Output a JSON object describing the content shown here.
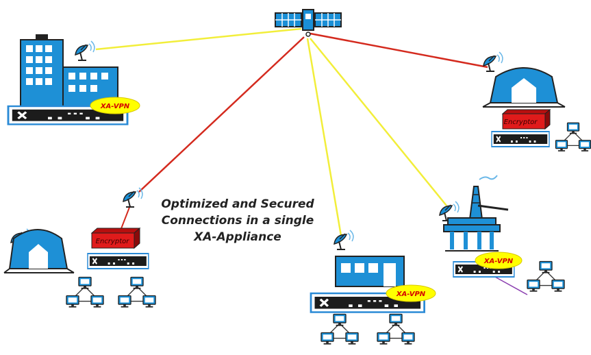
{
  "caption": {
    "line1": "Optimized and Secured",
    "line2": "Connections in a single",
    "line3": "XA-Appliance"
  },
  "labels": {
    "vpn": "XA-VPN",
    "encryptor": "Encryptor"
  },
  "colors": {
    "building_blue": "#1e90d6",
    "encrypted_link": "#d42a1e",
    "vpn_link": "#f2ee3a",
    "encryptor_box": "#e01b1b",
    "vpn_badge": "#ffff00",
    "appliance_border": "#2a8ad6"
  },
  "icons": {
    "satellite": "satellite-icon",
    "dish": "satellite-dish-icon",
    "router": "xa-appliance-icon",
    "computer": "computer-icon"
  }
}
